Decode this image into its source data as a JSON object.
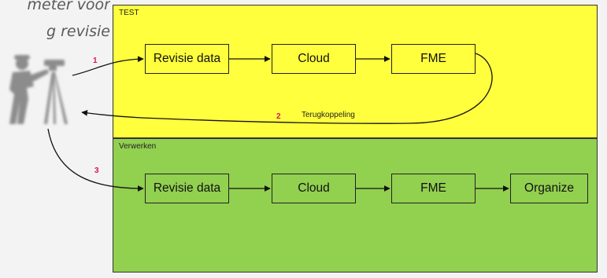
{
  "caption": {
    "line1": "meter voor",
    "line2": "g revisie"
  },
  "lanes": [
    {
      "label": "TEST",
      "color": "#ffff3d",
      "boxes": [
        "Revisie data",
        "Cloud",
        "FME"
      ]
    },
    {
      "label": "Verwerken",
      "color": "#92d050",
      "boxes": [
        "Revisie data",
        "Cloud",
        "FME",
        "Organize"
      ]
    }
  ],
  "flow_numbers": [
    "1",
    "2",
    "3"
  ],
  "feedback_label": "Terugkoppeling",
  "accent_color": "#d4145a",
  "icon": "surveyor-with-tripod-icon"
}
